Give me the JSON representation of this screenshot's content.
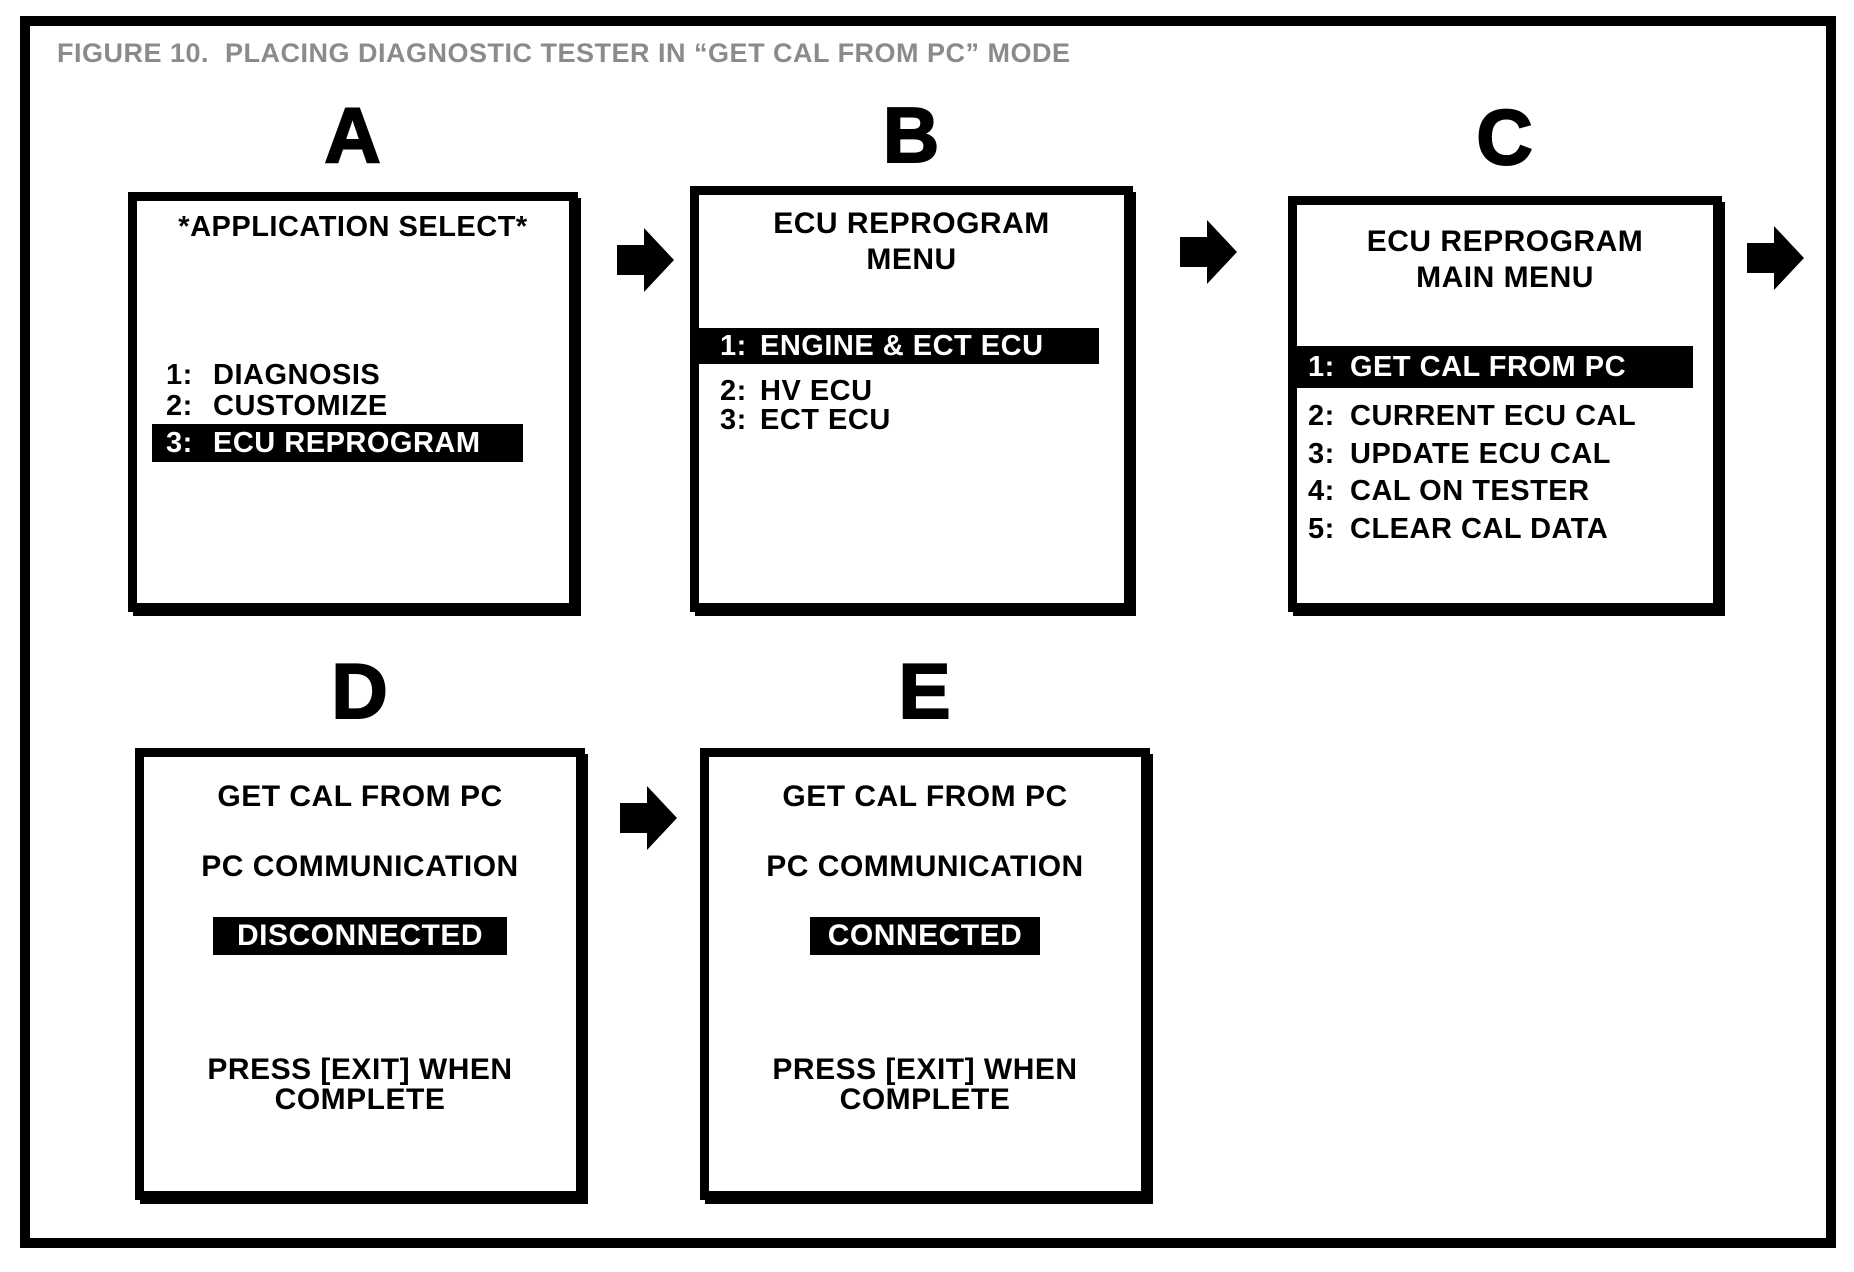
{
  "figure_title": "FIGURE 10.  PLACING DIAGNOSTIC TESTER IN “GET CAL FROM PC” MODE",
  "colors": {
    "ink": "#000000",
    "paper": "#ffffff",
    "title_gray": "#8b8b8b"
  },
  "panels": [
    {
      "label": "A",
      "title_lines": [
        "*APPLICATION SELECT*"
      ],
      "menu": [
        {
          "num": "1:",
          "label": "DIAGNOSIS",
          "highlighted": false
        },
        {
          "num": "2:",
          "label": "CUSTOMIZE",
          "highlighted": false
        },
        {
          "num": "3:",
          "label": "ECU REPROGRAM",
          "highlighted": true
        }
      ]
    },
    {
      "label": "B",
      "title_lines": [
        "ECU REPROGRAM",
        "MENU"
      ],
      "menu": [
        {
          "num": "1:",
          "label": "ENGINE & ECT ECU",
          "highlighted": true
        },
        {
          "num": "2:",
          "label": "HV ECU",
          "highlighted": false
        },
        {
          "num": "3:",
          "label": "ECT ECU",
          "highlighted": false
        }
      ]
    },
    {
      "label": "C",
      "title_lines": [
        "ECU REPROGRAM",
        "MAIN MENU"
      ],
      "menu": [
        {
          "num": "1:",
          "label": "GET CAL FROM PC",
          "highlighted": true
        },
        {
          "num": "2:",
          "label": "CURRENT ECU CAL",
          "highlighted": false
        },
        {
          "num": "3:",
          "label": "UPDATE ECU CAL",
          "highlighted": false
        },
        {
          "num": "4:",
          "label": "CAL ON TESTER",
          "highlighted": false
        },
        {
          "num": "5:",
          "label": "CLEAR CAL DATA",
          "highlighted": false
        }
      ]
    },
    {
      "label": "D",
      "body_lines": [
        "GET CAL FROM PC",
        "PC COMMUNICATION"
      ],
      "status": "DISCONNECTED",
      "footer_lines": [
        "PRESS [EXIT] WHEN",
        "COMPLETE"
      ]
    },
    {
      "label": "E",
      "body_lines": [
        "GET CAL FROM PC",
        "PC COMMUNICATION"
      ],
      "status": "CONNECTED",
      "footer_lines": [
        "PRESS [EXIT] WHEN",
        "COMPLETE"
      ]
    }
  ]
}
